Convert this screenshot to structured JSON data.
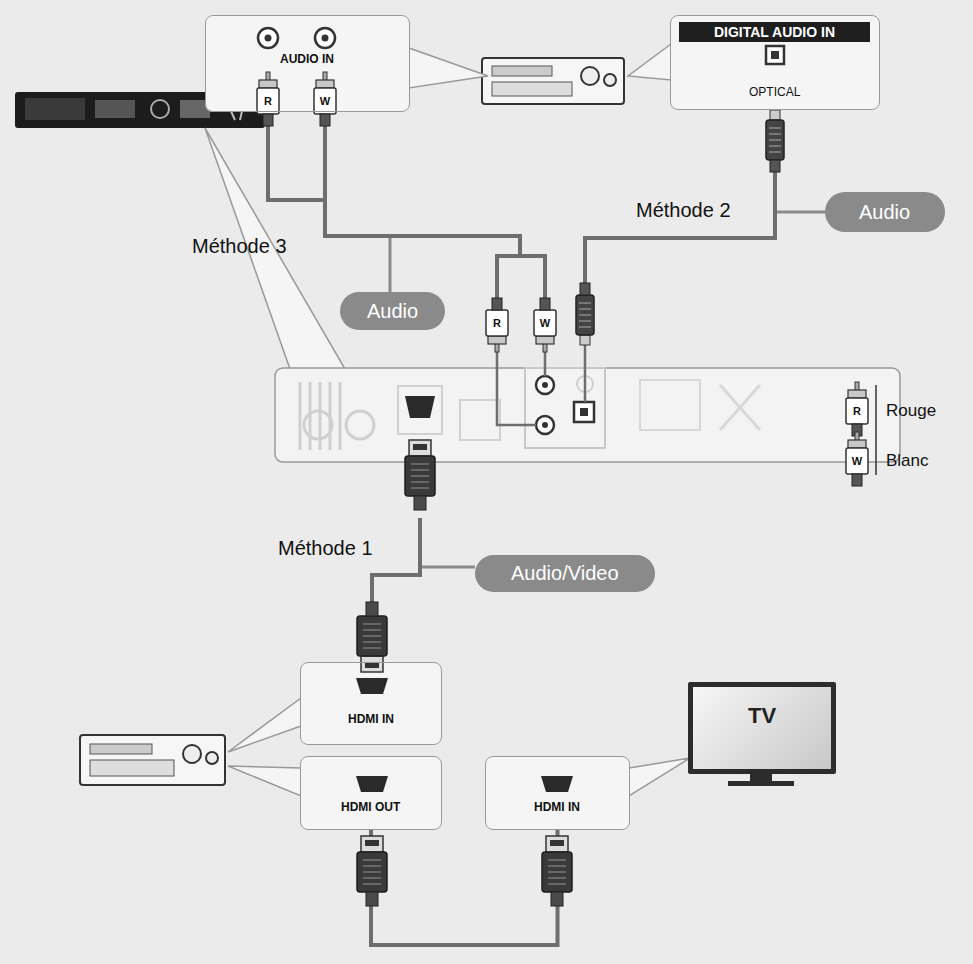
{
  "diagram": {
    "nodes": [
      {
        "text": [
          "AUDIO IN"
        ]
      },
      {
        "text": [
          "DIGITAL AUDIO IN",
          "OPTICAL"
        ]
      },
      {
        "text": [
          "Audio"
        ]
      },
      {
        "text": [
          "Audio"
        ]
      },
      {
        "text": [
          "Audio/Video"
        ]
      },
      {
        "text": [
          "HDMI IN"
        ]
      },
      {
        "text": [
          "HDMI OUT"
        ]
      },
      {
        "text": [
          "HDMI IN"
        ]
      },
      {
        "text": [
          "TV"
        ]
      }
    ],
    "edges": [
      {
        "from": 6,
        "to": 7,
        "arrow": "none"
      }
    ],
    "labels": [
      "Méthode 3",
      "Méthode 2",
      "Méthode 1",
      "R",
      "W",
      "R",
      "W",
      "R",
      "W"
    ],
    "legend": [
      {
        "text": "Rouge"
      },
      {
        "text": "Blanc"
      }
    ]
  }
}
